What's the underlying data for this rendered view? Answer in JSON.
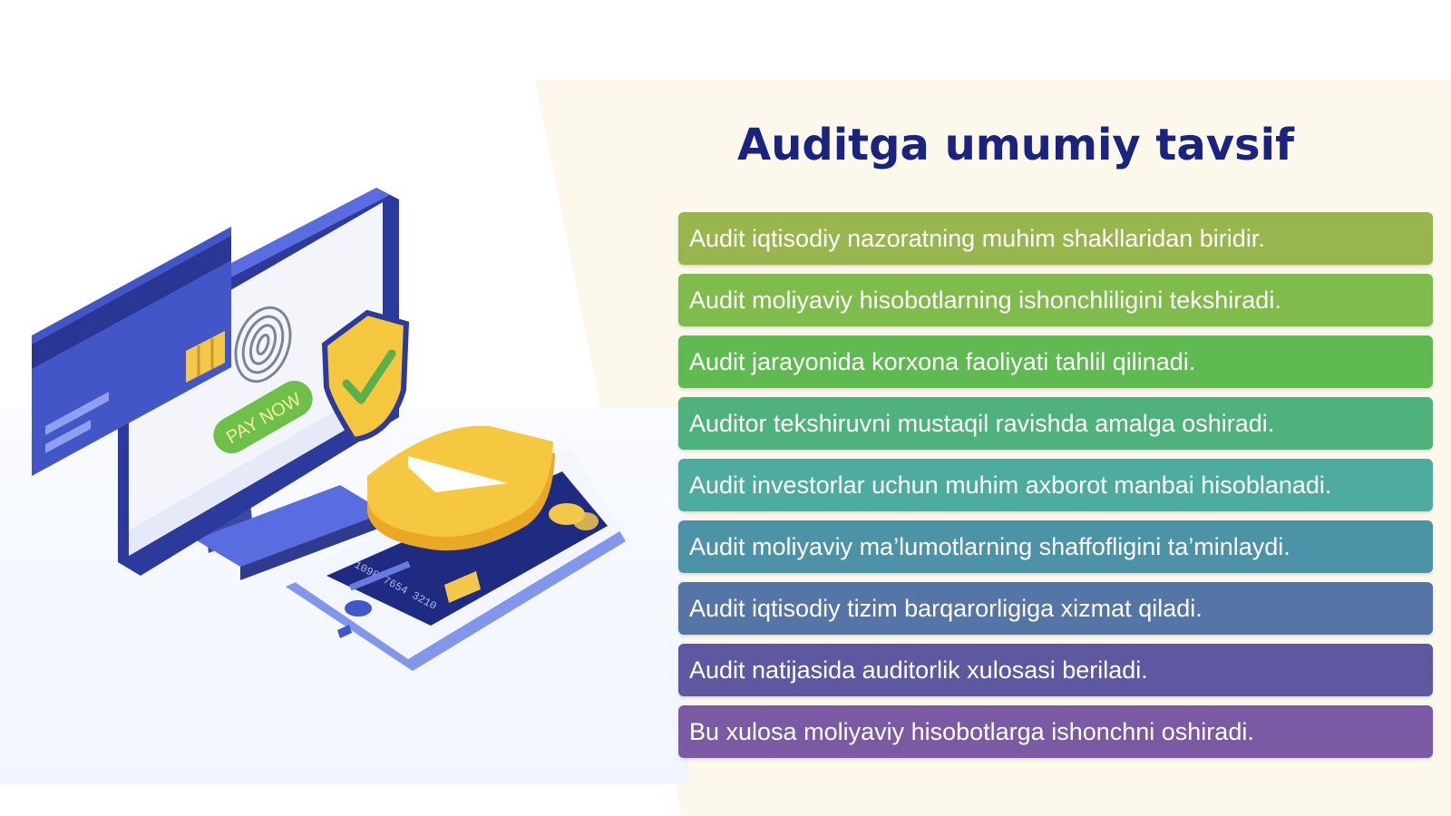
{
  "slide": {
    "title": "Auditga umumiy tavsif",
    "title_color": "#1a237e",
    "items": [
      {
        "text": "Audit iqtisodiy nazoratning muhim shakllaridan biridir.",
        "color": "#99b54e"
      },
      {
        "text": "Audit moliyaviy hisobotlarning ishonchliligini tekshiradi.",
        "color": "#7fbc4c"
      },
      {
        "text": "Audit jarayonida korxona faoliyati tahlil qilinadi.",
        "color": "#5fba51"
      },
      {
        "text": "Auditor tekshiruvni mustaqil ravishda amalga oshiradi.",
        "color": "#4fb17b"
      },
      {
        "text": "Audit investorlar uchun muhim axborot manbai hisoblanadi.",
        "color": "#4eac9e"
      },
      {
        "text": "Audit moliyaviy ma’lumotlarning shaffofligini ta’minlaydi.",
        "color": "#4d93a8"
      },
      {
        "text": "Audit iqtisodiy tizim barqarorligiga xizmat qiladi.",
        "color": "#5575a6"
      },
      {
        "text": "Audit natijasida auditorlik xulosasi beriladi.",
        "color": "#5e58a0"
      },
      {
        "text": "Bu xulosa moliyaviy hisobotlarga ishonchni oshiradi.",
        "color": "#7a5aa2"
      }
    ]
  },
  "illustration": {
    "pay_button_label": "PAY NOW",
    "card_number": "1098 7654 3210",
    "icons": [
      "credit-card-icon",
      "fingerprint-icon",
      "shield-check-icon",
      "smartphone-icon",
      "chip-icon"
    ]
  }
}
